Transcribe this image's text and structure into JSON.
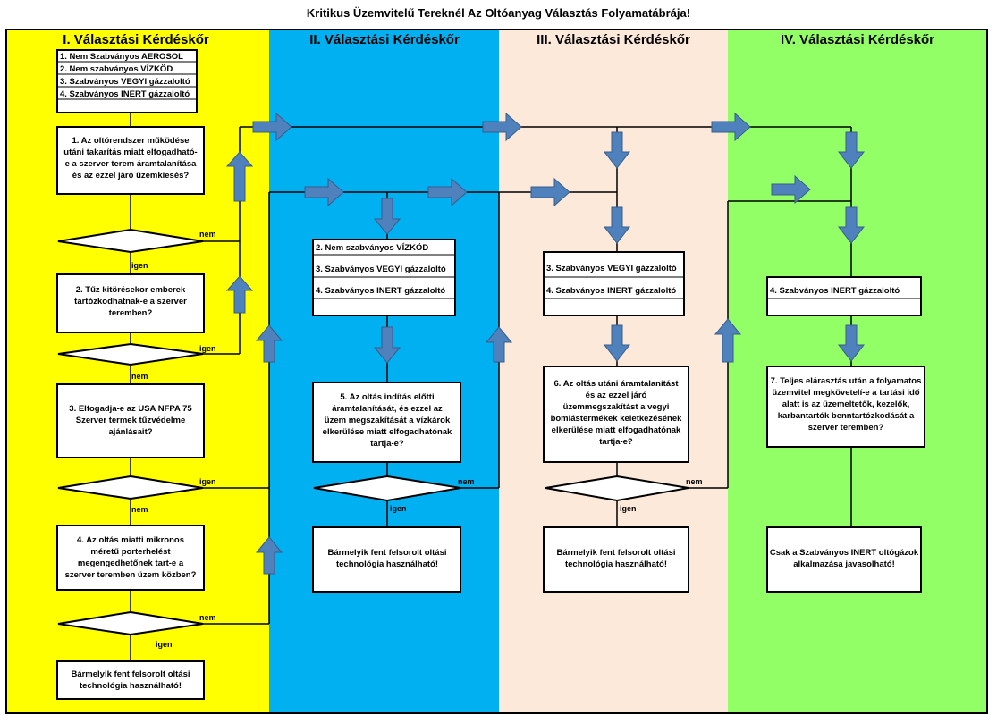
{
  "title": "Kritikus Üzemvitelű Tereknél Az Oltóanyag Választás Folyamatábrája!",
  "columns": [
    {
      "header": "I. Választási Kérdéskőr",
      "color": "#FFFF00"
    },
    {
      "header": "II. Választási Kérdéskőr",
      "color": "#00B0F0"
    },
    {
      "header": "III. Választási Kérdéskőr",
      "color": "#FDE9D9"
    },
    {
      "header": "IV. Választási Kérdéskőr",
      "color": "#92FF66"
    }
  ],
  "col1": {
    "list": [
      "1. Nem Szabványos AEROSOL",
      "2. Nem szabványos VÍZKÖD",
      "3. Szabványos VEGYI gázzaloltó",
      "4. Szabványos INERT gázzaloltó"
    ],
    "q1": [
      "1. Az oltórendszer működése",
      "utáni takarítás miatt elfogadható-",
      "e a szerver terem áramtalanítása",
      "és az ezzel járó üzemkiesés?"
    ],
    "q2": [
      "2. Tűz kitörésekor emberek",
      "tartózkodhatnak-e a szerver",
      "teremben?"
    ],
    "q3": [
      "3. Elfogadja-e az USA NFPA 75",
      "Szerver termek tűzvédelme",
      "ajánlásait?"
    ],
    "q4": [
      "4. Az oltás miatti mikronos",
      "méretű porterhelést",
      "megengedhetőnek tart-e a",
      "szerver teremben üzem közben?"
    ],
    "result": [
      "Bármelyik fent felsorolt oltási",
      "technológia használható!"
    ]
  },
  "col2": {
    "list": [
      "2. Nem szabványos VÍZKÖD",
      "3. Szabványos VEGYI gázzaloltó",
      "4. Szabványos INERT gázzaloltó"
    ],
    "q5": [
      "5. Az oltás indítás előtti",
      "áramtalanítását, és ezzel az",
      "üzem megszakítását a vízkárok",
      "elkerülése miatt elfogadhatónak",
      "tartja-e?"
    ],
    "result": [
      "Bármelyik fent felsorolt oltási",
      "technológia használható!"
    ]
  },
  "col3": {
    "list": [
      "3. Szabványos VEGYI gázzaloltó",
      "4. Szabványos INERT gázzaloltó"
    ],
    "q6": [
      "6. Az oltás utáni áramtalanítást",
      "és az ezzel járó",
      "üzemmegszakítást a vegyi",
      "bomlástermékek keletkezésének",
      "elkerülése miatt elfogadhatónak",
      "tartja-e?"
    ],
    "result": [
      "Bármelyik fent felsorolt oltási",
      "technológia használható!"
    ]
  },
  "col4": {
    "list": [
      "4. Szabványos INERT gázzaloltó"
    ],
    "q7": [
      "7. Teljes elárasztás után a folyamatos",
      "üzemvitel megkövetelí-e a tartási idő",
      "alatt is az üzemeltetők, kezelők,",
      "karbantartók benntartózkodását a",
      "szerver teremben?"
    ],
    "result": [
      "Csak a Szabványos  INERT oltógázok",
      "alkalmazása javasolható!"
    ]
  },
  "labels": {
    "yes": "igen",
    "no": "nem"
  },
  "colors": {
    "arrow": "#4F81BD",
    "arrow_stroke": "#385D8A"
  }
}
